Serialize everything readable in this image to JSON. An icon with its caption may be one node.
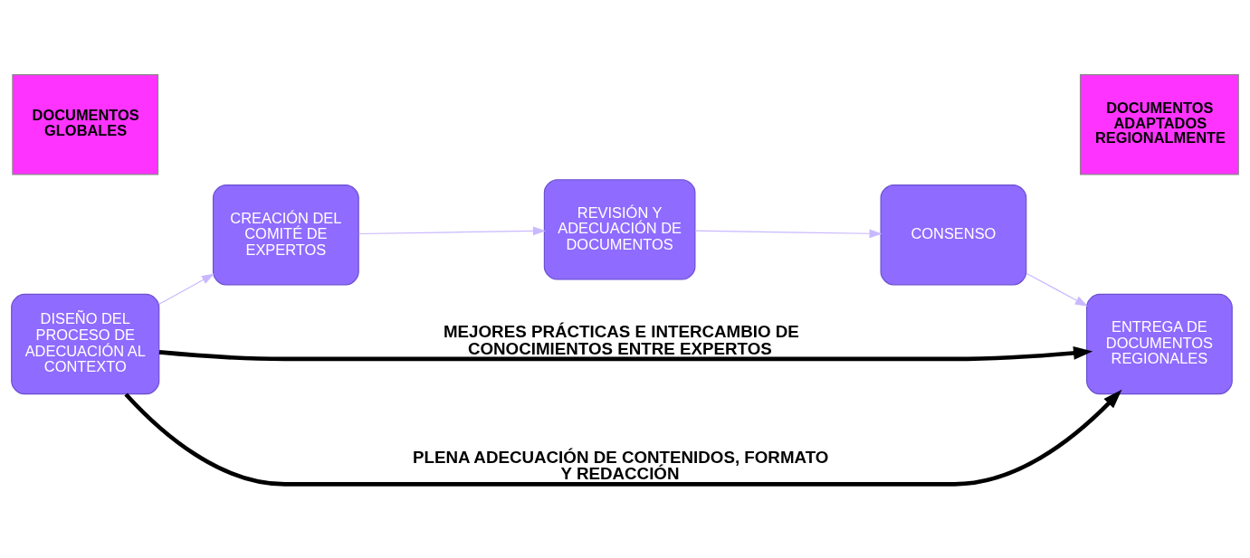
{
  "diagram": {
    "nodes": [
      {
        "text": [
          "DOCUMENTOS GLOBALES"
        ]
      },
      {
        "text": [
          "DOCUMENTOS ADAPTADOS REGIONALMENTE"
        ]
      },
      {
        "text": [
          "DISEÑO DEL PROCESO DE ADECUACIÓN AL CONTEXTO"
        ]
      },
      {
        "text": [
          "CREACIÓN DEL COMITÉ DE EXPERTOS"
        ]
      },
      {
        "text": [
          "REVISIÓN Y ADECUACIÓN DE DOCUMENTOS"
        ]
      },
      {
        "text": [
          "CONSENSO"
        ]
      },
      {
        "text": [
          "ENTREGA DE DOCUMENTOS REGIONALES"
        ]
      }
    ],
    "edges": [
      {
        "from": 2,
        "to": 3,
        "arrow": "to",
        "color": "#c9b8ff"
      },
      {
        "from": 3,
        "to": 4,
        "arrow": "to",
        "color": "#c9b8ff"
      },
      {
        "from": 4,
        "to": 5,
        "arrow": "to",
        "color": "#c9b8ff"
      },
      {
        "from": 5,
        "to": 6,
        "arrow": "to",
        "color": "#c9b8ff"
      },
      {
        "from": 2,
        "to": 6,
        "arrow": "to",
        "label": "MEJORES PRÁCTICAS E INTERCAMBIO DE CONOCIMIENTOS ENTRE EXPERTOS",
        "style": "thick",
        "color": "#000000"
      },
      {
        "from": 2,
        "to": 6,
        "arrow": "to",
        "label": "PLENA ADECUACIÓN DE CONTENIDOS, FORMATO Y REDACCIÓN",
        "style": "thick",
        "color": "#000000"
      }
    ]
  }
}
